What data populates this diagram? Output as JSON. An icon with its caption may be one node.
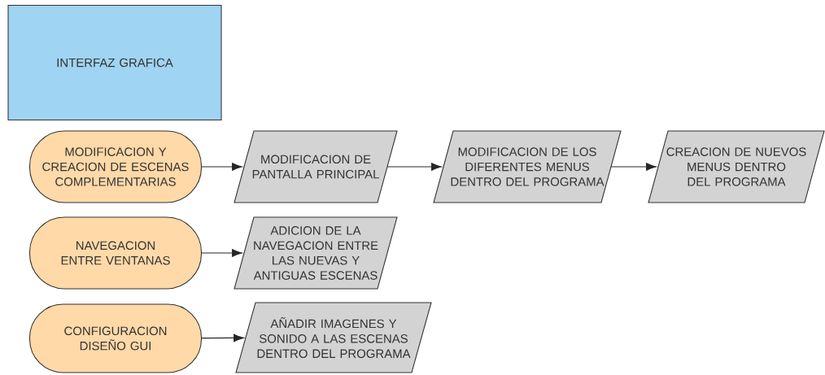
{
  "diagram": {
    "nodes": [
      {
        "text": [
          "INTERFAZ GRAFICA"
        ]
      },
      {
        "text": [
          "MODIFICACION Y CREACION DE ESCENAS COMPLEMENTARIAS"
        ]
      },
      {
        "text": [
          "MODIFICACION DE PANTALLA PRINCIPAL"
        ]
      },
      {
        "text": [
          "MODIFICACION DE LOS DIFERENTES MENUS DENTRO DEL PROGRAMA"
        ]
      },
      {
        "text": [
          "CREACION DE NUEVOS MENUS DENTRO DEL PROGRAMA"
        ]
      },
      {
        "text": [
          "NAVEGACION ENTRE VENTANAS"
        ]
      },
      {
        "text": [
          "ADICION DE LA NAVEGACION ENTRE LAS NUEVAS Y ANTIGUAS ESCENAS"
        ]
      },
      {
        "text": [
          "CONFIGURACION DISEÑO GUI"
        ]
      },
      {
        "text": [
          "AÑADIR IMAGENES Y SONIDO A LAS ESCENAS DENTRO DEL PROGRAMA"
        ]
      }
    ],
    "edges": [
      {
        "from": 1,
        "to": 2,
        "arrow": "to"
      },
      {
        "from": 2,
        "to": 3,
        "arrow": "to"
      },
      {
        "from": 3,
        "to": 4,
        "arrow": "to"
      },
      {
        "from": 5,
        "to": 6,
        "arrow": "to"
      },
      {
        "from": 7,
        "to": 8,
        "arrow": "to"
      }
    ]
  }
}
